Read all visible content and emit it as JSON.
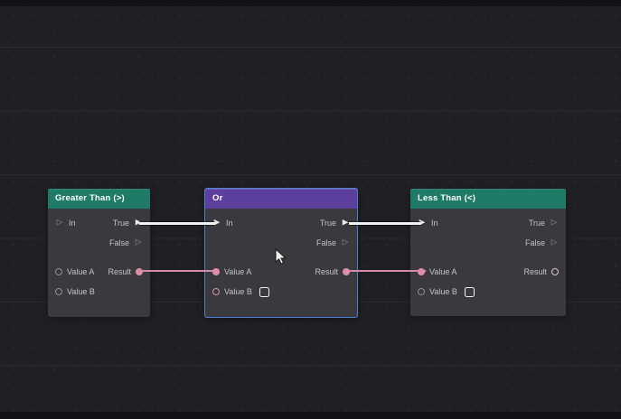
{
  "colors": {
    "background": "#202024",
    "node_body": "#3a3a3e",
    "header_teal": "#1f7a67",
    "header_purple": "#5c3f9d",
    "selection_border": "#4d80d3",
    "exec_wire": "#f2f2f2",
    "data_wire": "#d38ca6",
    "pin_pink": "#e18fa9",
    "pin_gray": "#8f8f95",
    "label_text": "#c4c4c8"
  },
  "icons": {
    "exec_pin_filled": "▶",
    "exec_pin_hollow": "▷",
    "data_pin": "circle",
    "cursor": "arrow-cursor"
  },
  "nodes": [
    {
      "id": "greater-than",
      "title": "Greater Than (>)",
      "accent": "teal",
      "selected": "false",
      "left_ports": [
        {
          "label": "In",
          "kind": "exec",
          "state": "hollow",
          "glyph": "▷"
        },
        {
          "label": "Value A",
          "kind": "data",
          "state": "hollow",
          "color": "gray"
        },
        {
          "label": "Value B",
          "kind": "data",
          "state": "hollow",
          "color": "gray"
        }
      ],
      "right_ports": [
        {
          "label": "True",
          "kind": "exec",
          "state": "filled",
          "glyph": "▶"
        },
        {
          "label": "False",
          "kind": "exec",
          "state": "hollow",
          "glyph": "▷"
        },
        {
          "label": "Result",
          "kind": "data",
          "state": "filled",
          "color": "pink"
        }
      ]
    },
    {
      "id": "or",
      "title": "Or",
      "accent": "purple",
      "selected": "true",
      "left_ports": [
        {
          "label": "In",
          "kind": "exec",
          "state": "filled",
          "glyph": "▶"
        },
        {
          "label": "Value A",
          "kind": "data",
          "state": "filled",
          "color": "pink"
        },
        {
          "label": "Value B",
          "kind": "data",
          "state": "hollow",
          "color": "pink",
          "checkbox": "unchecked"
        }
      ],
      "right_ports": [
        {
          "label": "True",
          "kind": "exec",
          "state": "filled",
          "glyph": "▶"
        },
        {
          "label": "False",
          "kind": "exec",
          "state": "hollow",
          "glyph": "▷"
        },
        {
          "label": "Result",
          "kind": "data",
          "state": "filled",
          "color": "pink"
        }
      ]
    },
    {
      "id": "less-than",
      "title": "Less Than (<)",
      "accent": "teal",
      "selected": "false",
      "left_ports": [
        {
          "label": "In",
          "kind": "exec",
          "state": "filled",
          "glyph": "▶"
        },
        {
          "label": "Value A",
          "kind": "data",
          "state": "filled",
          "color": "pink"
        },
        {
          "label": "Value B",
          "kind": "data",
          "state": "hollow",
          "color": "gray",
          "checkbox": "unchecked"
        }
      ],
      "right_ports": [
        {
          "label": "True",
          "kind": "exec",
          "state": "hollow",
          "glyph": "▷"
        },
        {
          "label": "False",
          "kind": "exec",
          "state": "hollow",
          "glyph": "▷"
        },
        {
          "label": "Result",
          "kind": "data",
          "state": "hollow",
          "color": "light"
        }
      ]
    }
  ],
  "wires": [
    {
      "id": "exec-1",
      "kind": "exec",
      "from": "Greater Than (>).True",
      "to": "Or.In"
    },
    {
      "id": "data-1",
      "kind": "data",
      "from": "Greater Than (>).Result",
      "to": "Or.Value A"
    },
    {
      "id": "exec-2",
      "kind": "exec",
      "from": "Or.True",
      "to": "Less Than (<).In"
    },
    {
      "id": "data-2",
      "kind": "data",
      "from": "Or.Result",
      "to": "Less Than (<).Value A"
    }
  ]
}
